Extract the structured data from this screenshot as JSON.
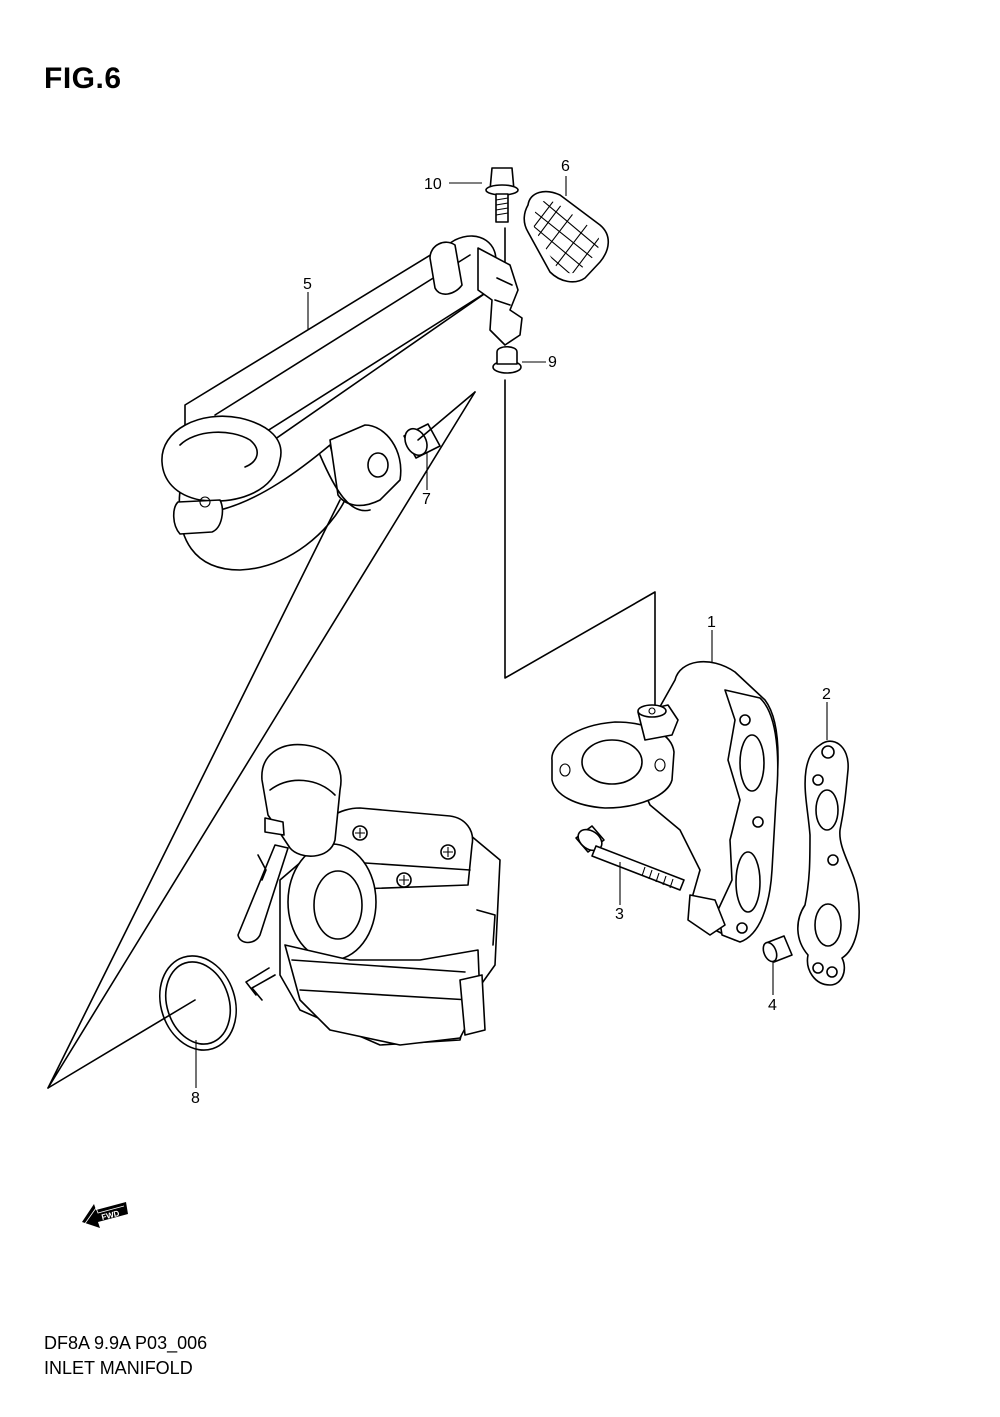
{
  "figure": {
    "title": "FIG.6"
  },
  "parts": [
    {
      "number": "1"
    },
    {
      "number": "2"
    },
    {
      "number": "3"
    },
    {
      "number": "4"
    },
    {
      "number": "5"
    },
    {
      "number": "6"
    },
    {
      "number": "7"
    },
    {
      "number": "8"
    },
    {
      "number": "9"
    },
    {
      "number": "10"
    }
  ],
  "fwd_arrow": {
    "label": "FWD",
    "icon": "fwd-arrow-icon"
  },
  "footer": {
    "code": "DF8A 9.9A P03_006",
    "name": "INLET MANIFOLD"
  }
}
